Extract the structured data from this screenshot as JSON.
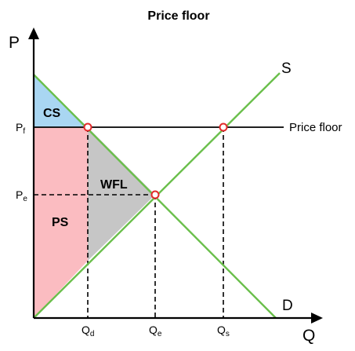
{
  "title": "Price floor",
  "axes": {
    "y_label": "P",
    "x_label": "Q"
  },
  "curves": {
    "supply": "S",
    "demand": "D",
    "price_floor": "Price floor"
  },
  "y_ticks": {
    "pf": {
      "main": "P",
      "sub": "f"
    },
    "pe": {
      "main": "P",
      "sub": "e"
    }
  },
  "x_ticks": {
    "qd": {
      "main": "Q",
      "sub": "d"
    },
    "qe": {
      "main": "Q",
      "sub": "e"
    },
    "qs": {
      "main": "Q",
      "sub": "s"
    }
  },
  "areas": {
    "cs": "CS",
    "ps": "PS",
    "wfl": "WFL"
  },
  "colors": {
    "curve_green": "#6abf4b",
    "cs_fill": "#a9d6f2",
    "ps_fill": "#fbbcc1",
    "wfl_fill": "#c6c6c6",
    "marker_red": "#e32b2b",
    "axis": "#000000"
  }
}
